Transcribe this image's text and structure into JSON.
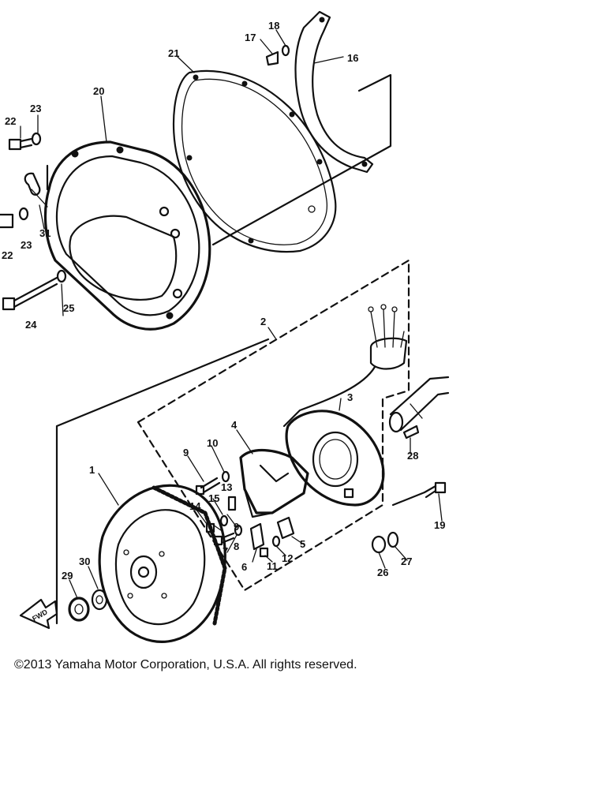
{
  "copyright": "©2013 Yamaha Motor Corporation, U.S.A. All rights reserved.",
  "fwd_label": "FWD",
  "parts": {
    "p1": "1",
    "p2": "2",
    "p3": "3",
    "p4": "4",
    "p5": "5",
    "p6": "6",
    "p7": "7",
    "p8": "8",
    "p9a": "9",
    "p9b": "9",
    "p10": "10",
    "p11": "11",
    "p12": "12",
    "p13": "13",
    "p14": "14",
    "p15": "15",
    "p16": "16",
    "p17": "17",
    "p18": "18",
    "p19": "19",
    "p20": "20",
    "p21": "21",
    "p22a": "22",
    "p22b": "22",
    "p23a": "23",
    "p23b": "23",
    "p24": "24",
    "p25": "25",
    "p26": "26",
    "p27": "27",
    "p28": "28",
    "p29": "29",
    "p30": "30",
    "p31": "31"
  }
}
